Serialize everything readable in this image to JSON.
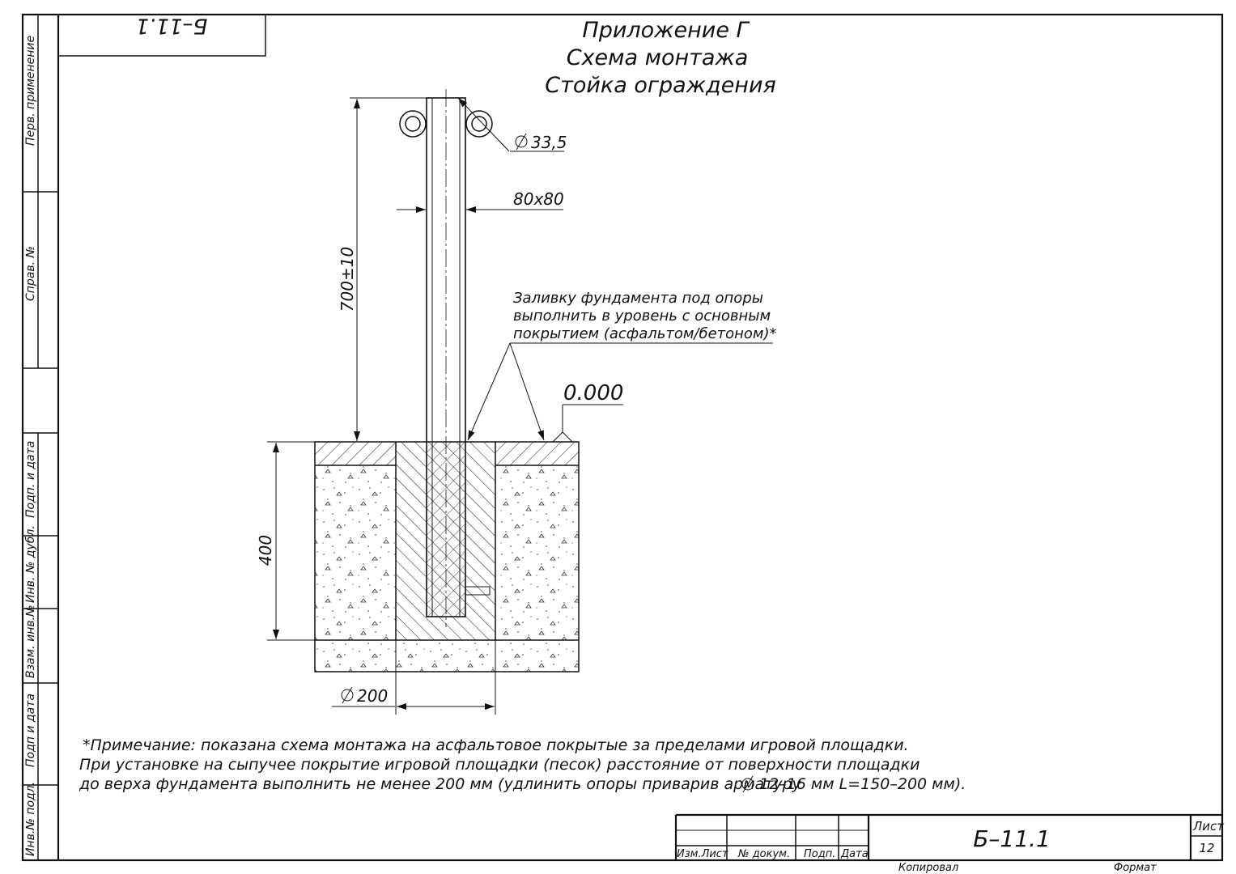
{
  "sheet": {
    "stamp_top": "Б–11.1",
    "header": {
      "line1": "Приложение Г",
      "line2": "Схема монтажа",
      "line3": "Стойка ограждения"
    }
  },
  "side_strip": {
    "perv_primenenie": "Перв. применение",
    "sprav_no": "Справ. №",
    "podp_i_data_top": "Подп. и дата",
    "inv_no_dubl": "Инв. № дубл.",
    "vzam_inv_no": "Взам. инв.№",
    "podp_i_data_bottom": "Подп и дата",
    "inv_no_podl": "Инв.№ подл."
  },
  "drawing": {
    "dim_pipe": "33,5",
    "dim_post": "80х80",
    "dim_height": "700±10",
    "dim_depth": "400",
    "dim_foundation": "200",
    "level_mark": "0.000",
    "callout": {
      "line1": "Заливку фундамента под опоры",
      "line2": "выполнить в уровень с основным",
      "line3": "покрытием (асфальтом/бетоном)*"
    }
  },
  "note": {
    "line1": "*Примечание: показана схема монтажа на асфальтовое покрытые за пределами игровой площадки.",
    "line2": "При установке на сыпучее покрытие игровой площадки (песок) расстояние от поверхности площадки",
    "line3": "до верха фундамента выполнить не менее 200 мм (удлинить опоры приварив арматуру",
    "line3_tail": "12–16 мм L=150–200 мм)."
  },
  "title_block": {
    "col_izm_list": "Изм.Лист",
    "col_no_dokum": "№ докум.",
    "col_podp": "Подп.",
    "col_data": "Дата",
    "designation": "Б–11.1",
    "sheet_label": "Лист",
    "sheet_number": "12",
    "copied_label": "Копировал",
    "format_label": "Формат"
  }
}
